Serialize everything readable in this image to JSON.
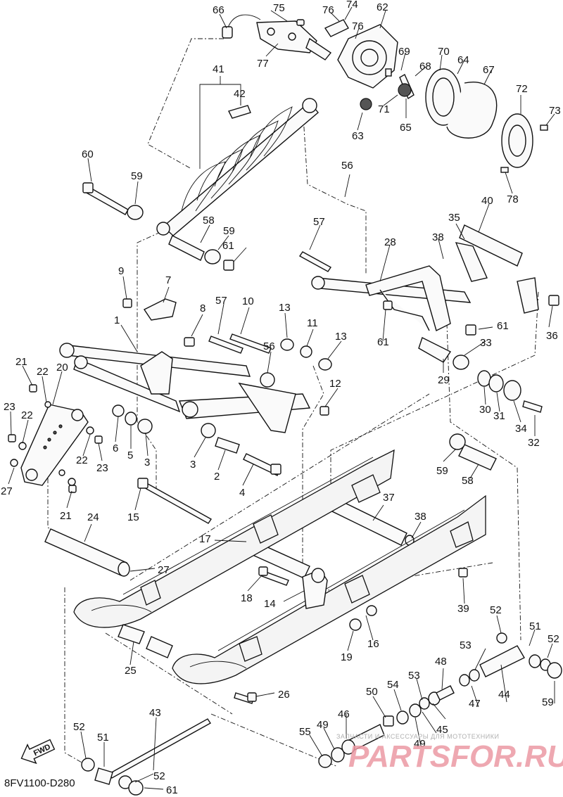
{
  "diagram_code": "8FV1100-D280",
  "fwd_label": "FWD",
  "watermark": {
    "brand": "PARTSFOR.RU",
    "tagline": "ЗАПЧАСТИ И АКСЕССУАРЫ ДЛЯ МОТОТЕХНИКИ"
  },
  "callouts": [
    "1",
    "2",
    "3",
    "3",
    "4",
    "5",
    "6",
    "7",
    "8",
    "9",
    "10",
    "11",
    "12",
    "13",
    "13",
    "14",
    "15",
    "16",
    "17",
    "18",
    "19",
    "20",
    "21",
    "21",
    "22",
    "22",
    "22",
    "23",
    "23",
    "24",
    "25",
    "26",
    "27",
    "27",
    "28",
    "29",
    "30",
    "31",
    "32",
    "33",
    "34",
    "35",
    "36",
    "37",
    "38",
    "38",
    "39",
    "40",
    "41",
    "42",
    "43",
    "44",
    "45",
    "46",
    "47",
    "48",
    "49",
    "49",
    "50",
    "51",
    "51",
    "52",
    "52",
    "52",
    "52",
    "53",
    "53",
    "54",
    "55",
    "56",
    "56",
    "57",
    "57",
    "58",
    "58",
    "59",
    "59",
    "59",
    "59",
    "60",
    "61",
    "61",
    "61",
    "61",
    "62",
    "63",
    "64",
    "65",
    "66",
    "67",
    "68",
    "69",
    "70",
    "71",
    "72",
    "73",
    "74",
    "75",
    "76",
    "76",
    "77",
    "78"
  ]
}
